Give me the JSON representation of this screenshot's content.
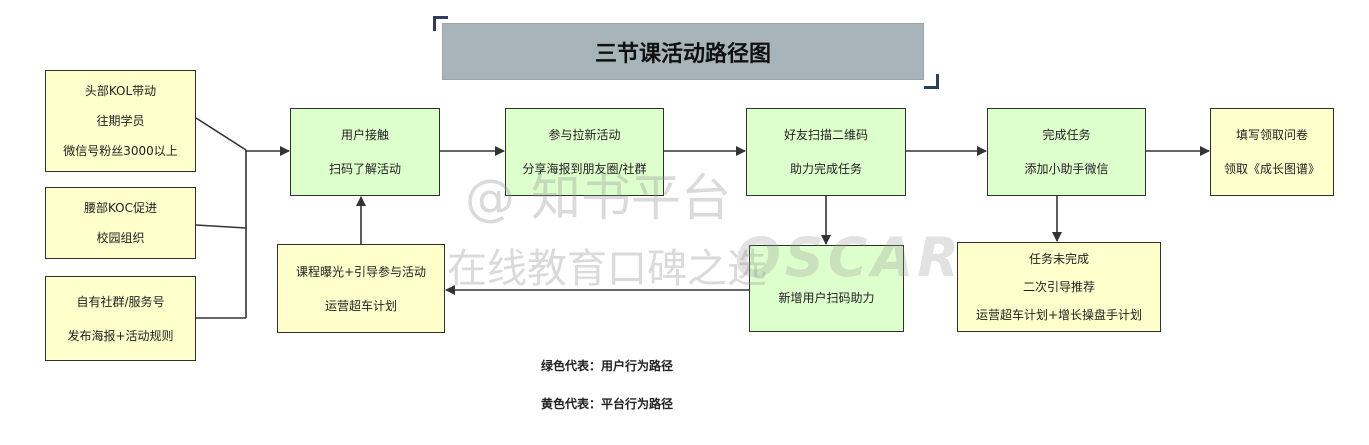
{
  "title": "三节课活动路径图",
  "nodes": {
    "kol": [
      "头部KOL带动",
      "往期学员",
      "微信号粉丝3000以上"
    ],
    "koc": [
      "腰部KOC促进",
      "校园组织"
    ],
    "own": [
      "自有社群/服务号",
      "发布海报+活动规则"
    ],
    "contact": [
      "用户接触",
      "扫码了解活动"
    ],
    "invite": [
      "参与拉新活动",
      "分享海报到朋友圈/社群"
    ],
    "scan": [
      "好友扫描二维码",
      "助力完成任务"
    ],
    "complete": [
      "完成任务",
      "添加小助手微信"
    ],
    "survey": [
      "填写领取问卷",
      "领取《成长图谱》"
    ],
    "course": [
      "课程曝光+引导参与活动",
      "运营超车计划"
    ],
    "newuser": [
      "新增用户扫码助力"
    ],
    "unfinished": [
      "任务未完成",
      "二次引导推荐",
      "运营超车计划+增长操盘手计划"
    ]
  },
  "legend": {
    "green": "绿色代表：用户行为路径",
    "yellow": "黄色代表：平台行为路径"
  },
  "watermark": {
    "line1": "@ 知书平台",
    "line2": "在线教育口碑之选",
    "brand": "OSCAR"
  },
  "colors": {
    "yellow_fill": "#ffffcc",
    "green_fill": "#ddffcc",
    "title_fill": "#a7b5ba",
    "bracket": "#2f3d5c"
  }
}
